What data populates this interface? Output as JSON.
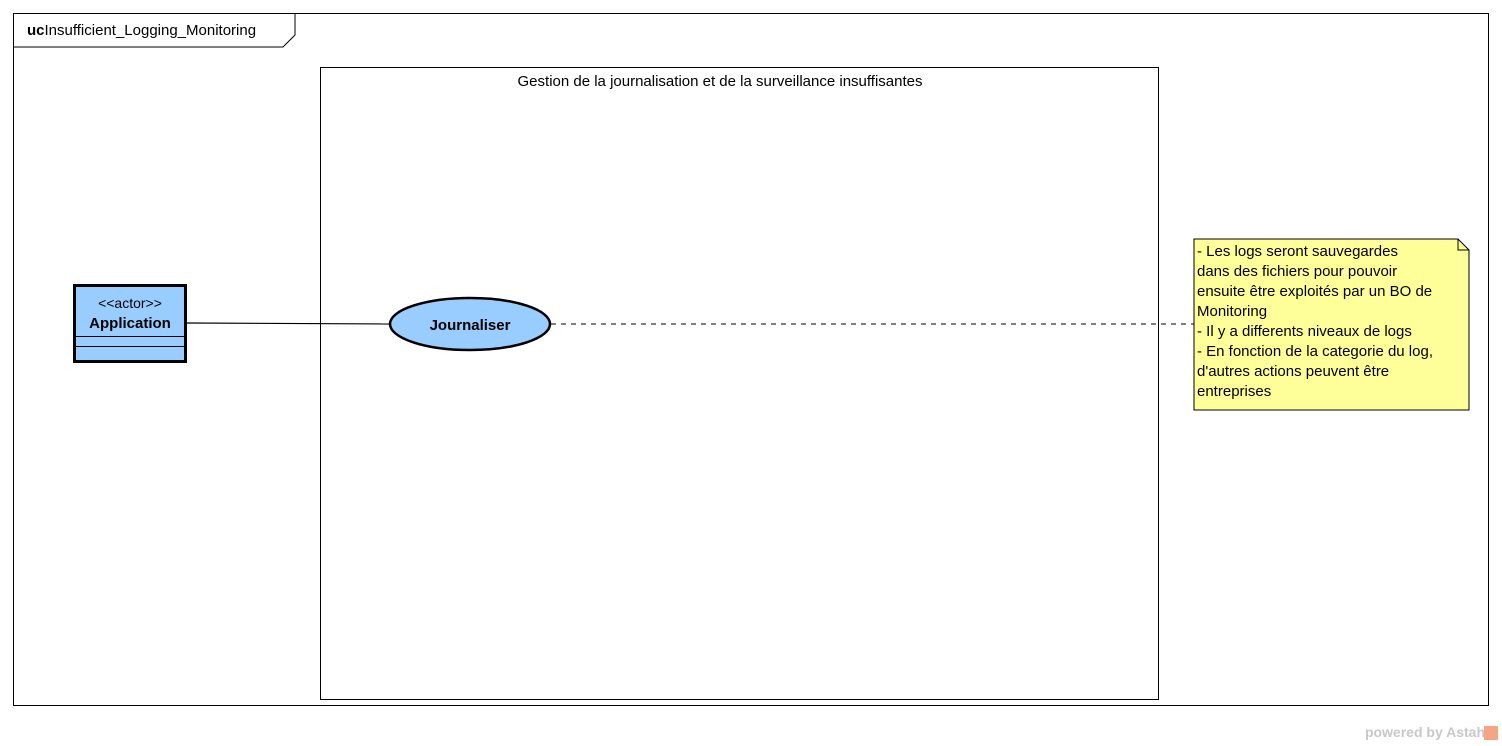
{
  "diagram": {
    "frame_keyword": "uc",
    "frame_name": "Insufficient_Logging_Monitoring",
    "system_boundary_title": "Gestion de la journalisation et de la surveillance insuffisantes",
    "actor": {
      "stereotype": "<<actor>>",
      "name": "Application"
    },
    "use_case": {
      "name": "Journaliser"
    },
    "note": {
      "lines": [
        "- Les logs seront sauvegardes",
        "dans des fichiers pour pouvoir",
        "ensuite être exploités par un BO de",
        "Monitoring",
        "- Il y a differents niveaux de logs",
        "- En fonction de la categorie du log,",
        "d'autres actions peuvent être",
        "entreprises"
      ]
    },
    "colors": {
      "actor_fill": "#99ccff",
      "usecase_fill": "#99ccff",
      "note_fill": "#ffff99"
    }
  },
  "watermark": "powered by Astah"
}
